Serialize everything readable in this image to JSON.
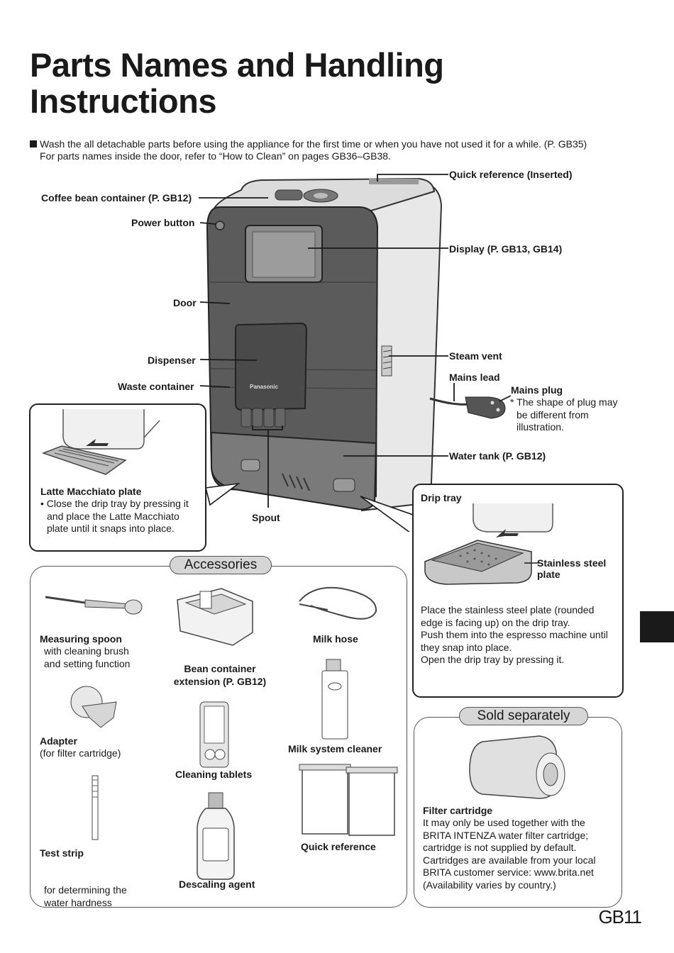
{
  "title_line1": "Parts Names and Handling",
  "title_line2": "Instructions",
  "intro_line1": "Wash the all detachable parts before using the appliance for the first time or when you have not used it for a while. (P. GB35)",
  "intro_line2": "For parts names inside the door, refer to “How to Clean” on pages GB36–GB38.",
  "callouts": {
    "quick_reference": "Quick reference (Inserted)",
    "coffee_bean_container": "Coffee bean container (P. GB12)",
    "power_button": "Power button",
    "display": "Display (P. GB13, GB14)",
    "door": "Door",
    "dispenser": "Dispenser",
    "steam_vent": "Steam vent",
    "mains_lead": "Mains lead",
    "waste_container": "Waste container",
    "mains_plug": "Mains plug",
    "mains_plug_note": "* The shape of plug may",
    "mains_plug_note2": "be different from",
    "mains_plug_note3": "illustration.",
    "water_tank": "Water tank (P. GB12)",
    "spout": "Spout",
    "brand": "Panasonic"
  },
  "latte": {
    "heading": "Latte Macchiato plate",
    "line1": "• Close the drip tray by pressing it",
    "line2": "and place the Latte Macchiato",
    "line3": "plate until it snaps into place."
  },
  "drip": {
    "heading": "Drip tray",
    "plate_label1": "Stainless steel",
    "plate_label2": "plate",
    "p1": "Place the stainless steel plate (rounded",
    "p2": "edge is facing up) on the drip tray.",
    "p3": "Push them into the espresso machine until",
    "p4": "they snap into place.",
    "p5": "Open the drip tray by pressing it."
  },
  "accessories": {
    "heading": "Accessories",
    "measuring_spoon": "Measuring spoon",
    "measuring_spoon_note1": "with cleaning brush",
    "measuring_spoon_note2": "and setting function",
    "bean_ext1": "Bean container",
    "bean_ext2": "extension (P. GB12)",
    "milk_hose": "Milk hose",
    "adapter": "Adapter",
    "adapter_note": "(for filter cartridge)",
    "milk_cleaner": "Milk system cleaner",
    "cleaning_tablets": "Cleaning tablets",
    "quick_reference": "Quick reference",
    "test_strip": "Test strip",
    "test_strip_note1": "for determining the",
    "test_strip_note2": "water hardness",
    "descaling": "Descaling agent"
  },
  "sold": {
    "heading": "Sold separately",
    "filter": "Filter cartridge",
    "l1": "It may only be used together with the",
    "l2": "BRITA INTENZA water filter cartridge;",
    "l3": "cartridge is not supplied by default.",
    "l4": "Cartridges are available from your local",
    "l5": "BRITA customer service: www.brita.net",
    "l6": "(Availability varies by country.)"
  },
  "page_number": "GB11",
  "colors": {
    "machine_dark": "#5b5b5b",
    "machine_side": "#e6e6e6",
    "text": "#1a1a1a",
    "pill_bg": "#d6d6d6"
  }
}
